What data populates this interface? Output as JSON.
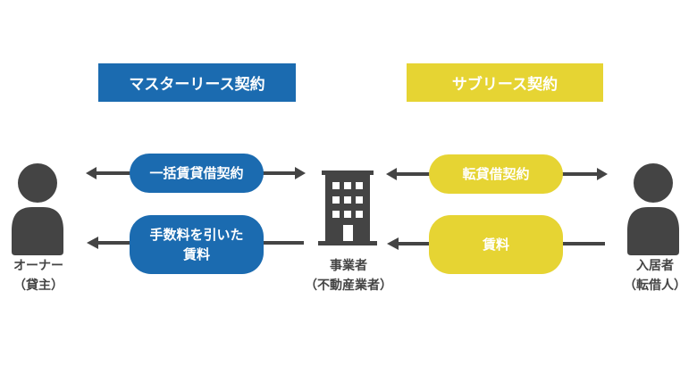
{
  "headers": {
    "master_lease": "マスターリース契約",
    "sublease": "サブリース契約"
  },
  "left_flows": {
    "contract": "一括賃貸借契約",
    "payment_line1": "手数料を引いた",
    "payment_line2": "賃料"
  },
  "right_flows": {
    "contract": "転貸借契約",
    "payment": "賃料"
  },
  "parties": {
    "owner": {
      "name": "オーナー",
      "sub": "（貸主）",
      "icon": "person-icon"
    },
    "operator": {
      "name": "事業者",
      "sub": "（不動産業者）",
      "icon": "building-icon"
    },
    "tenant": {
      "name": "入居者",
      "sub": "（転借人）",
      "icon": "person-icon"
    }
  },
  "colors": {
    "blue": "#1b6bb0",
    "yellow": "#e6d433",
    "dark": "#444444"
  }
}
